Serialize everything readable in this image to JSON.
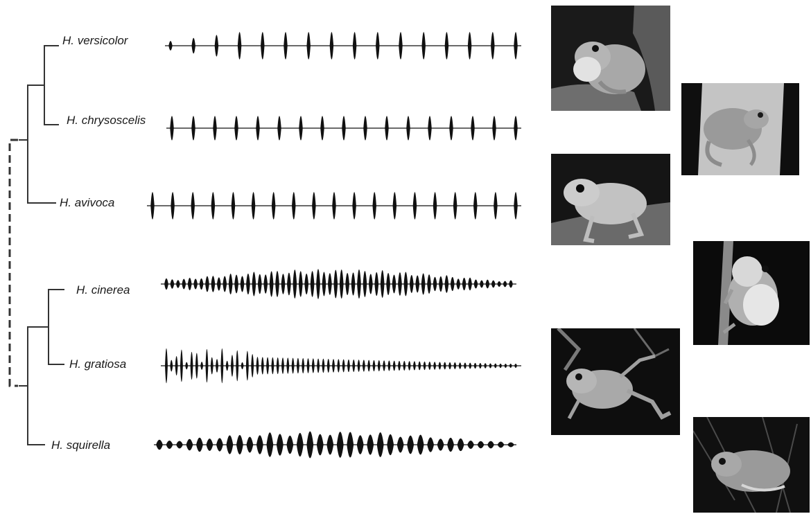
{
  "species": [
    {
      "label": "H. versicolor",
      "call_pulses": 16,
      "call_style": "discrete-pulses"
    },
    {
      "label": "H. chrysoscelis",
      "call_pulses": 17,
      "call_style": "discrete-pulses"
    },
    {
      "label": "H. avivoca",
      "call_pulses": 19,
      "call_style": "discrete-pulses"
    },
    {
      "label": "H. cinerea",
      "call_pulses": 60,
      "call_style": "dense-spindle"
    },
    {
      "label": "H. gratiosa",
      "call_pulses": 70,
      "call_style": "tapering-decay"
    },
    {
      "label": "H. squirella",
      "call_pulses": 36,
      "call_style": "dense-spindle"
    }
  ],
  "photos": [
    {
      "subject": "frog-calling-on-branch"
    },
    {
      "subject": "frog-on-pale-trunk"
    },
    {
      "subject": "frog-sitting-profile"
    },
    {
      "subject": "frog-calling-vocal-sac"
    },
    {
      "subject": "frog-climbing-grass"
    },
    {
      "subject": "frog-in-grass"
    }
  ],
  "colors": {
    "tree_line": "#333333",
    "waveform": "#111111",
    "photo_background": "#121212",
    "frog_tone": "#bdbdbd"
  }
}
